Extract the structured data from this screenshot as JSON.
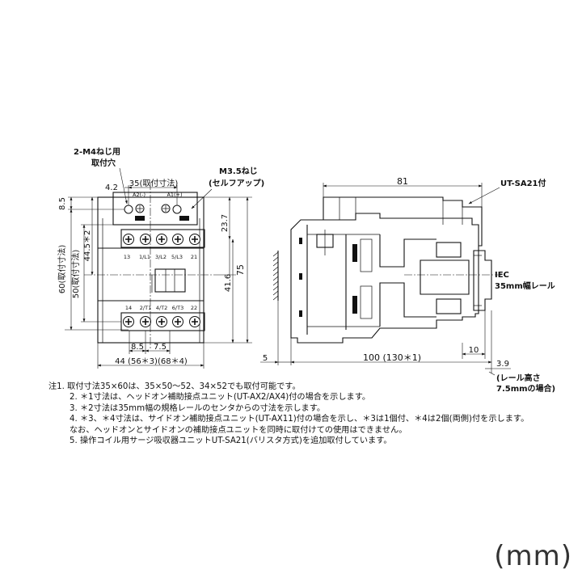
{
  "labels": {
    "mount_hole": "2-M4ねじ用",
    "mount_hole2": "取付穴",
    "screw": "M3.5ねじ",
    "screw2": "(セルフアップ)",
    "surge_unit": "UT-SA21付",
    "iec": "IEC",
    "rail": "35mm幅レール",
    "rail_height": "(レール高さ",
    "rail_height2": "7.5mmの場合)"
  },
  "terminals": {
    "a2": "A2(-)",
    "a1": "A1(+)",
    "t13": "13",
    "t_l1": "1/L1",
    "t_l2": "3/L2",
    "t_l3": "5/L3",
    "t21": "21",
    "t14": "14",
    "t_t1": "2/T1",
    "t_t2": "4/T2",
    "t_t3": "6/T3",
    "t22": "22"
  },
  "dimensions": {
    "d42": "4.2",
    "d35": "35(取付寸法)",
    "d85": "8.5",
    "d445": "44.5＊2",
    "d60": "60(取付寸法)",
    "d50": "50(取付寸法)",
    "d237": "23.7",
    "d416": "41.6",
    "d75": "75",
    "d85b": "8.5",
    "d75b": "7.5",
    "d44": "44 (56＊3)(68＊4)",
    "d81": "81",
    "d5": "5",
    "d100": "100 (130＊1)",
    "d10": "10",
    "d39": "3.9"
  },
  "notes": [
    "注1. 取付寸法35×60は、35×50～52、34×52でも取付可能です。",
    "2. ＊1寸法は、ヘッドオン補助接点ユニット(UT-AX2/AX4)付の場合を示します。",
    "3. ＊2寸法は35mm幅の規格レールのセンタからの寸法を示します。",
    "4. ＊3、＊4寸法は、サイドオン補助接点ユニット(UT-AX11)付の場合を示し、＊3は1個付、＊4は2個(両側)付を示します。",
    "なお、ヘッドオンとサイドオンの補助接点ユニットを同時に取付けての使用はできません。",
    "5. 操作コイル用サージ吸収器ユニットUT-SA21(バリスタ方式)を追加取付しています。"
  ],
  "unit": "(mm)"
}
